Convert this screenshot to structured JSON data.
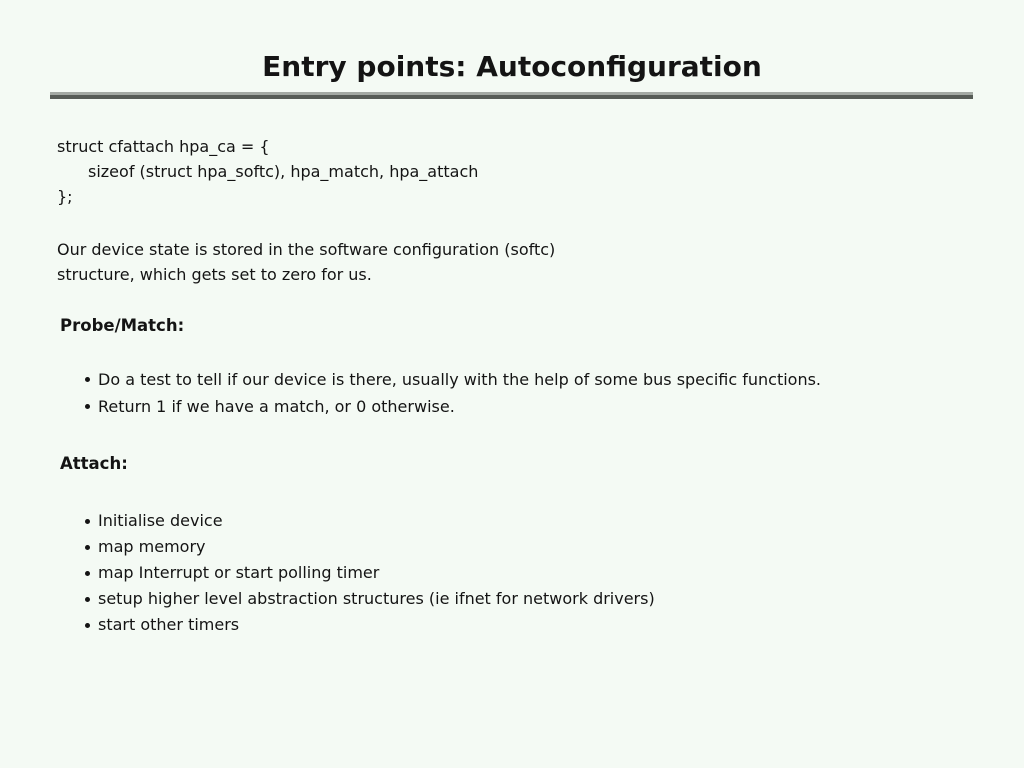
{
  "slide": {
    "title": "Entry points: Autoconfiguration",
    "code_block": {
      "lines": [
        "struct cfattach hpa_ca = {",
        "sizeof (struct hpa_softc), hpa_match, hpa_attach",
        "};"
      ]
    },
    "intro": {
      "lines": [
        "Our device state is stored in the software configuration (softc)",
        "structure, which gets set to zero for us."
      ]
    },
    "sections": [
      {
        "heading": "Probe/Match:",
        "bullets": [
          "Do a test to tell if our device is there, usually with the help of some bus specific functions.",
          "Return 1 if we have a match, or 0 otherwise."
        ]
      },
      {
        "heading": "Attach:",
        "bullets": [
          "Initialise device",
          "map memory",
          "map Interrupt or start polling timer",
          "setup higher level abstraction structures (ie ifnet for network drivers)",
          "start other timers"
        ]
      }
    ],
    "colors": {
      "background": "#f4faf4",
      "text": "#141414",
      "rule_top": "#a3a9a3",
      "rule_bottom": "#565c56"
    }
  }
}
